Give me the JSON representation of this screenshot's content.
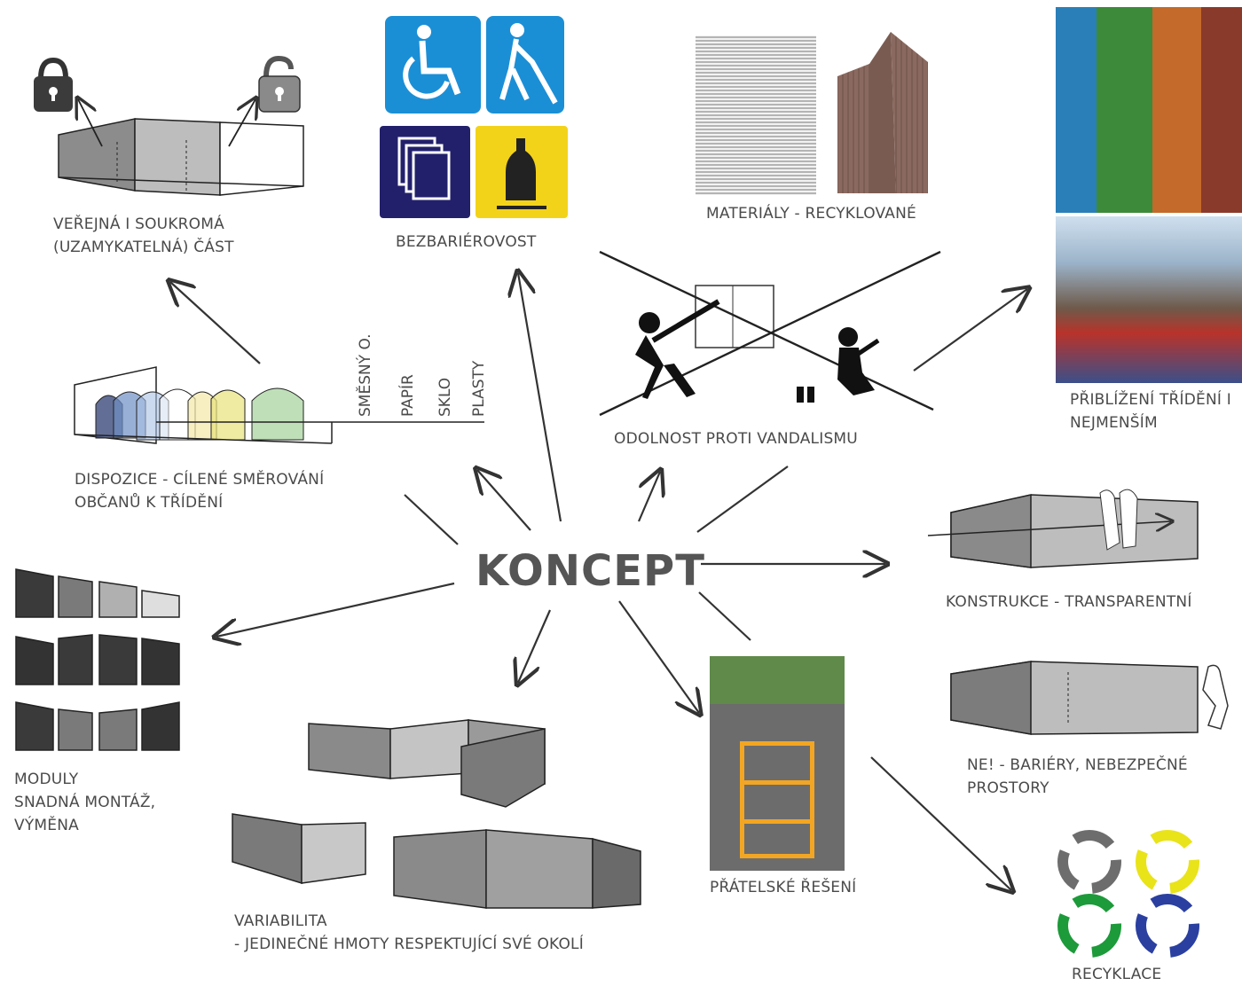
{
  "center": {
    "title": "KONCEPT"
  },
  "labels": {
    "public_private": "VEŘEJNÁ I SOUKROMÁ\n(UZAMYKATELNÁ) ČÁST",
    "barrier_free": "BEZBARIÉROVOST",
    "materials": "MATERIÁLY - RECYKLOVANÉ",
    "sorting_kids": "PŘIBLÍŽENÍ TŘÍDĚNÍ I\nNEJMENŠÍM",
    "vandalism": "ODOLNOST PROTI VANDALISMU",
    "disposition": "DISPOZICE - CÍLENÉ SMĚROVÁNÍ\nOBČANŮ K TŘÍDĚNÍ",
    "construction": "KONSTRUKCE - TRANSPARENTNÍ",
    "modules": "MODULY\nSNADNÁ MONTÁŽ,\nVÝMĚNA",
    "barriers": "NE! - BARIÉRY, NEBEZPEČNÉ\nPROSTORY",
    "variability": "VARIABILITA\n- JEDINEČNÉ HMOTY RESPEKTUJÍCÍ SVÉ OKOLÍ",
    "friendly": "PŘÁTELSKÉ ŘEŠENÍ",
    "recycling": "RECYKLACE"
  },
  "waste_types": [
    "SMĚSNÝ O.",
    "PAPÍR",
    "SKLO",
    "PLASTY"
  ],
  "icons": [
    "lock-closed-icon",
    "lock-open-icon",
    "wheelchair-icon",
    "blind-person-icon",
    "paper-sign-icon",
    "bottle-sign-icon",
    "vandal-figure-icon",
    "graffiti-figure-icon",
    "recycle-gray-icon",
    "recycle-yellow-icon",
    "recycle-green-icon",
    "recycle-blue-icon"
  ],
  "colors": {
    "accessibility_blue": "#1b8fd6",
    "sign_navy": "#23206b",
    "sign_yellow": "#f3d21a",
    "recycle_gray": "#6d6d6d",
    "recycle_yellow": "#e9e31a",
    "recycle_green": "#1d9a3a",
    "recycle_blue": "#2a3fa0",
    "hopscotch": "#f2a623"
  }
}
